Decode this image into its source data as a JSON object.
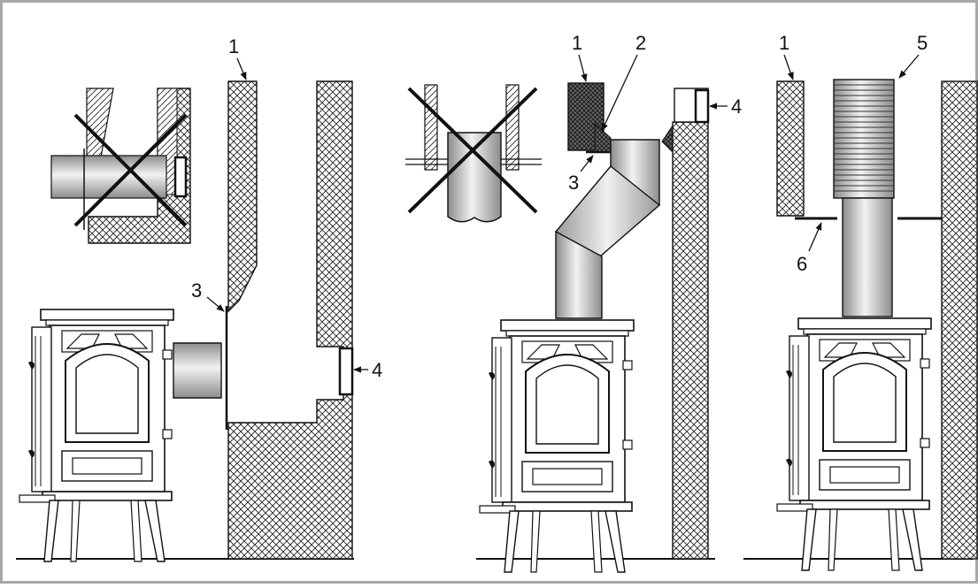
{
  "panels": [
    {
      "name": "left",
      "labels": [
        "1",
        "3",
        "4"
      ],
      "crossed_detail": true
    },
    {
      "name": "middle",
      "labels": [
        "1",
        "2",
        "3",
        "4"
      ],
      "crossed_detail": true
    },
    {
      "name": "right",
      "labels": [
        "1",
        "5",
        "6"
      ],
      "crossed_detail": false
    }
  ],
  "colors": {
    "frame": "#a8a8a8",
    "line": "#1a1a1a",
    "pipe_dark": "#8c8c8c",
    "pipe_light": "#f2f2f2"
  }
}
